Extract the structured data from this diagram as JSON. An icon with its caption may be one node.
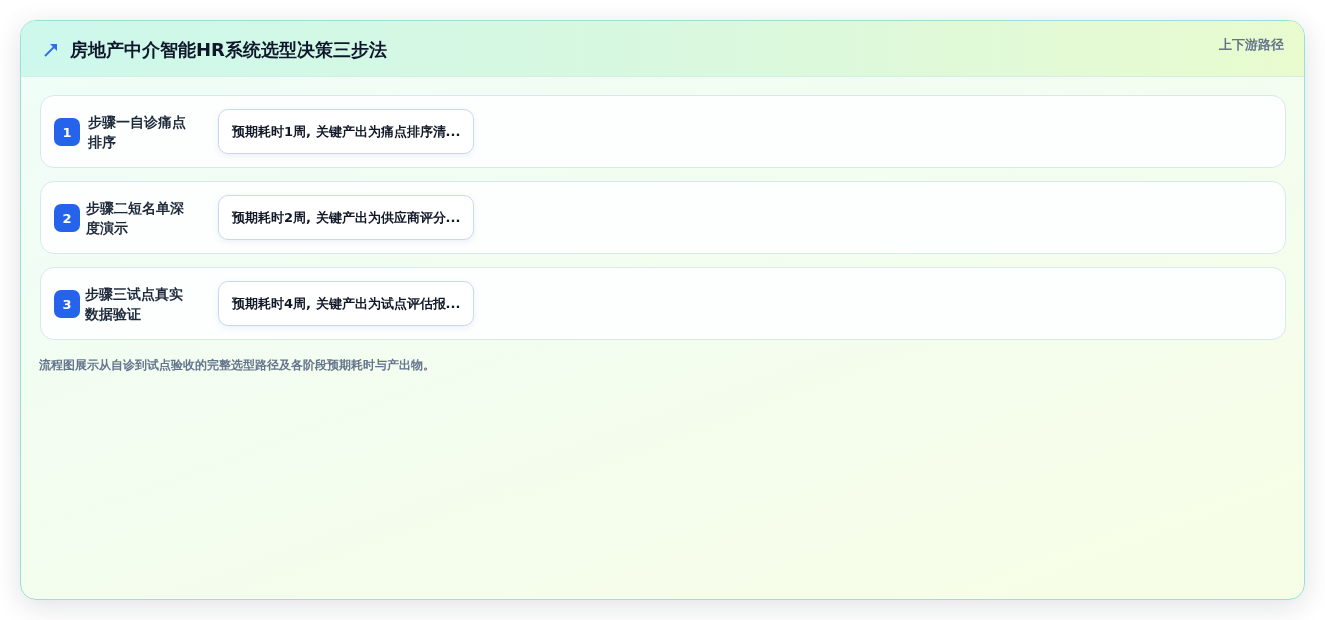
{
  "diagram": {
    "title": "房地产中介智能HR系统选型决策三步法",
    "nodes": [
      {
        "text": [
          "步骤一自诊痛点排序"
        ]
      },
      {
        "text": [
          "1"
        ],
        "in": 0
      },
      {
        "text": [
          "预期耗时1周, 关键产出为痛点排序清..."
        ],
        "in": 0
      },
      {
        "text": [
          "步骤二短名单深度演示"
        ]
      },
      {
        "text": [
          "2"
        ],
        "in": 3
      },
      {
        "text": [
          "预期耗时2周, 关键产出为供应商评分..."
        ],
        "in": 3
      },
      {
        "text": [
          "步骤三试点真实数据验证"
        ]
      },
      {
        "text": [
          "3"
        ],
        "in": 6
      },
      {
        "text": [
          "预期耗时4周, 关键产出为试点评估报..."
        ],
        "in": 6
      }
    ],
    "labels": [
      "上下游路径"
    ],
    "caption": "流程图展示从自诊到试点验收的完整选型路径及各阶段预期耗时与产出物。"
  }
}
